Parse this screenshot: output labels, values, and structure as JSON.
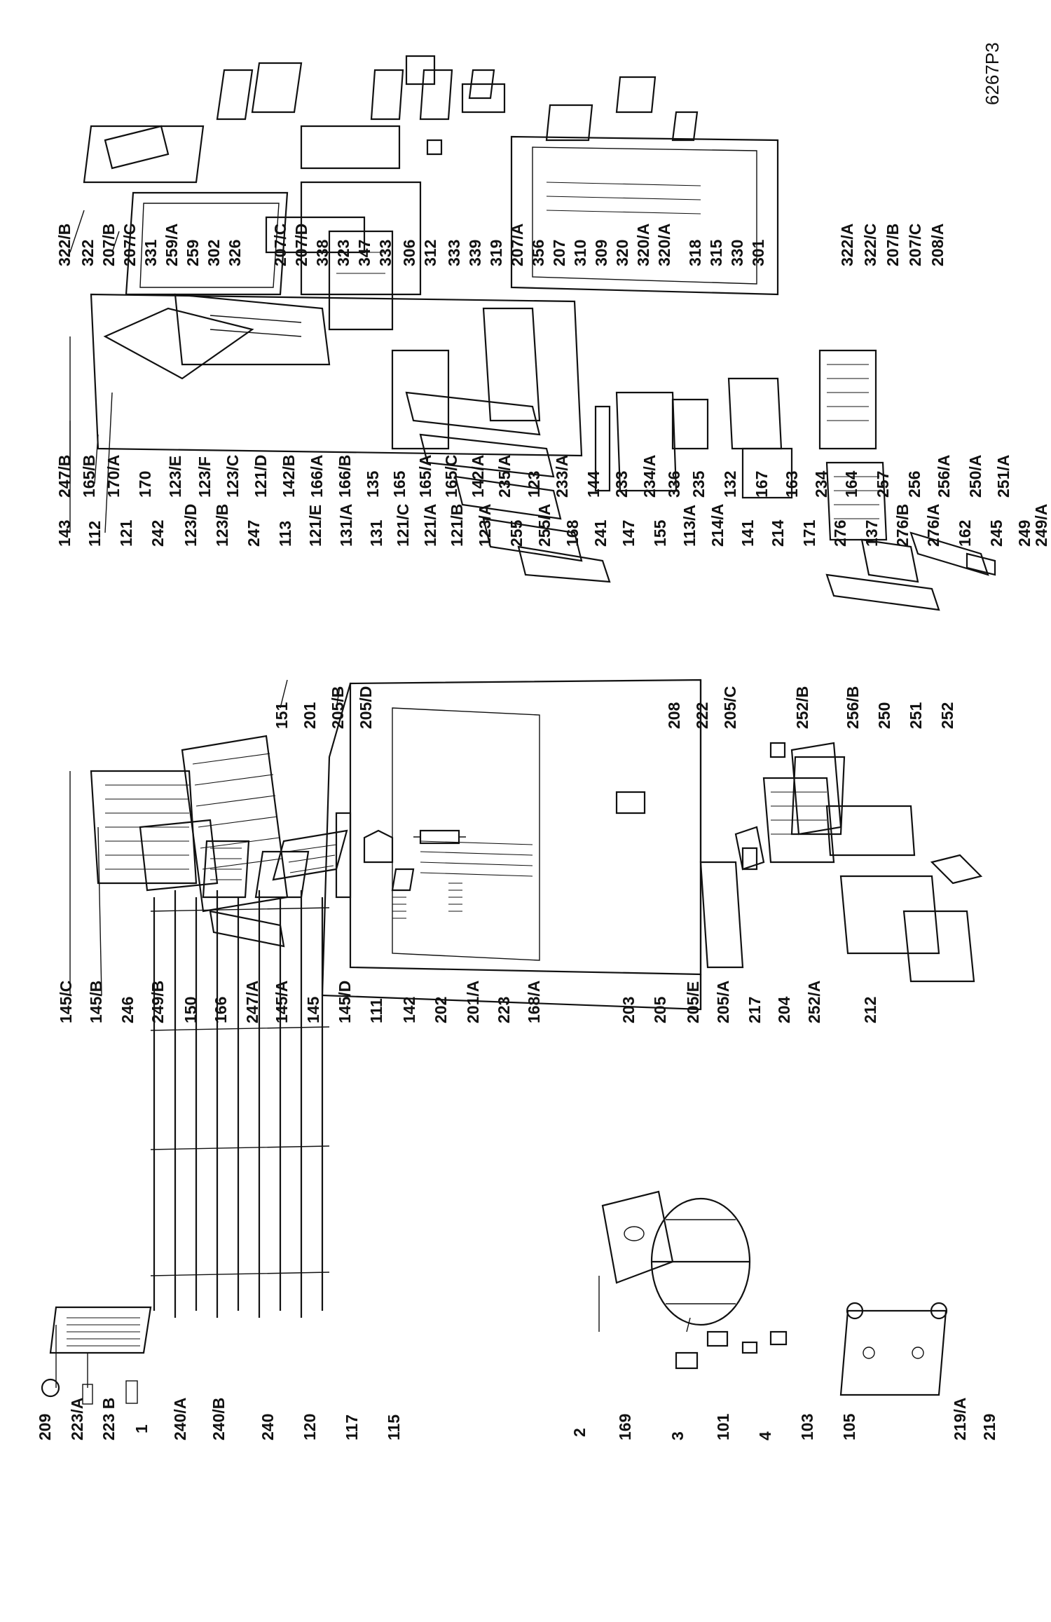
{
  "drawing_code": "6267P3",
  "labels_group_1": [
    "209",
    "223/A",
    "223 B",
    "1",
    "240/A",
    "240/B",
    "240",
    "120",
    "117",
    "115"
  ],
  "labels_group_2": [
    "2",
    "169",
    "3",
    "101",
    "4",
    "103",
    "105",
    "219/A",
    "219"
  ],
  "labels_group_3": [
    "145/C",
    "145/B",
    "246",
    "249/B",
    "150",
    "166",
    "247/A",
    "145/A",
    "145",
    "145/D",
    "111",
    "142",
    "202",
    "201/A",
    "223",
    "168/A"
  ],
  "labels_group_4": [
    "151",
    "201",
    "205/B",
    "205/D"
  ],
  "labels_group_5": [
    "203",
    "205",
    "205/E",
    "205/A",
    "217",
    "204",
    "252/A",
    "212"
  ],
  "labels_group_6": [
    "208",
    "222",
    "205/C",
    "252/B",
    "256/B",
    "250",
    "251",
    "252"
  ],
  "labels_group_7": [
    "143",
    "112",
    "121",
    "242",
    "123/D",
    "123/B",
    "247",
    "113",
    "121/E",
    "131/A",
    "131",
    "121/C",
    "121/A",
    "121/B",
    "123/A",
    "255",
    "255/A",
    "168",
    "241",
    "147",
    "155",
    "113/A",
    "214/A",
    "141",
    "214",
    "171",
    "276",
    "137",
    "276/B",
    "276/A",
    "162",
    "245",
    "249",
    "249/A"
  ],
  "labels_group_8": [
    "247/B",
    "165/B",
    "170/A",
    "170",
    "123/E",
    "123/F",
    "123/C",
    "121/D",
    "142/B",
    "166/A",
    "166/B",
    "135",
    "165",
    "165/A",
    "165/C",
    "142/A",
    "235/A",
    "123",
    "233/A",
    "144",
    "233",
    "234/A",
    "336",
    "235",
    "132",
    "167",
    "163",
    "234",
    "164",
    "257",
    "256",
    "256/A",
    "250/A",
    "251/A"
  ],
  "labels_group_9": [
    "322/B",
    "322",
    "207/B",
    "207/C",
    "331",
    "259/A",
    "259",
    "302",
    "326",
    "207/C",
    "207/D",
    "338",
    "323",
    "347",
    "333",
    "306",
    "312",
    "333",
    "339",
    "319",
    "207/A",
    "356",
    "207",
    "310",
    "309",
    "320",
    "320/A",
    "320/A",
    "318",
    "315",
    "330",
    "301",
    "322/A",
    "322/C",
    "207/B",
    "207/C",
    "208/A"
  ]
}
